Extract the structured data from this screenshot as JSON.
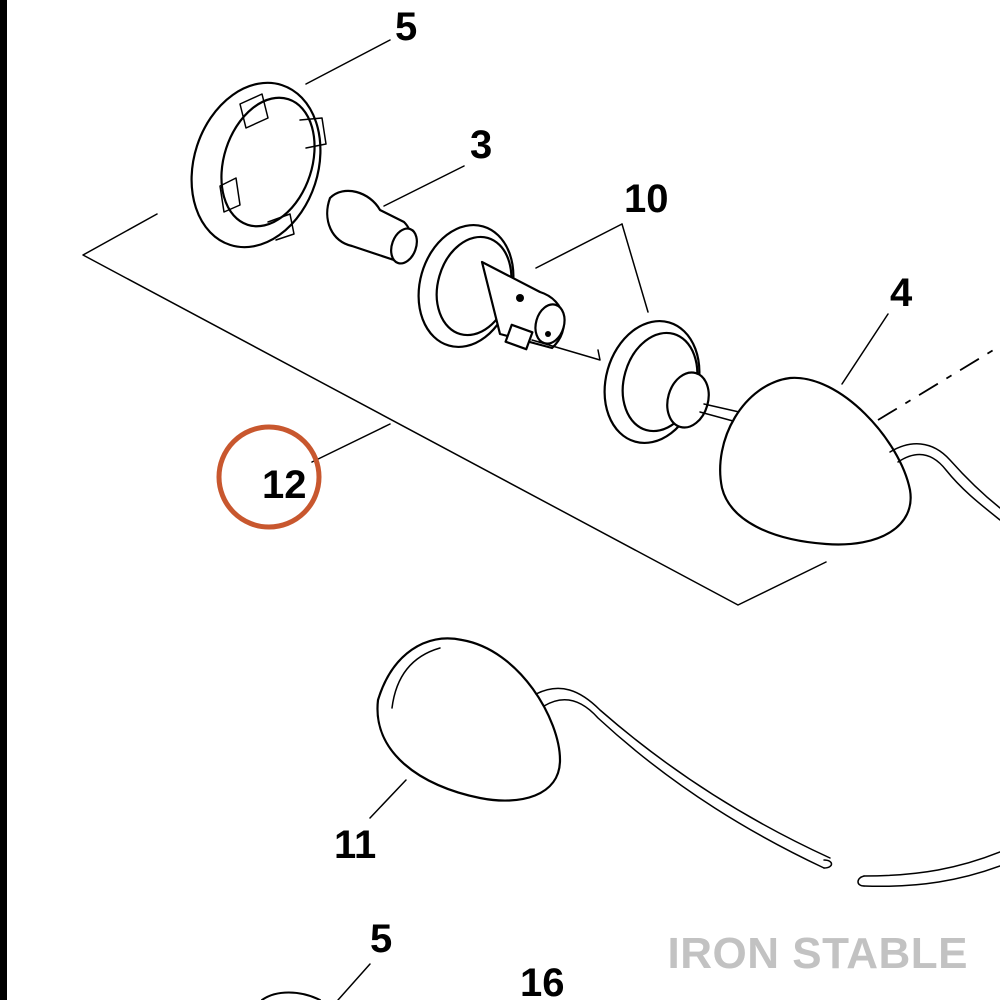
{
  "diagram": {
    "callouts": {
      "c5_top": "5",
      "c3": "3",
      "c10": "10",
      "c4": "4",
      "c12": "12",
      "c11": "11",
      "c5_bottom": "5",
      "c16": "16"
    },
    "highlight_color": "#c8572e",
    "watermark": "IRON STABLE"
  }
}
